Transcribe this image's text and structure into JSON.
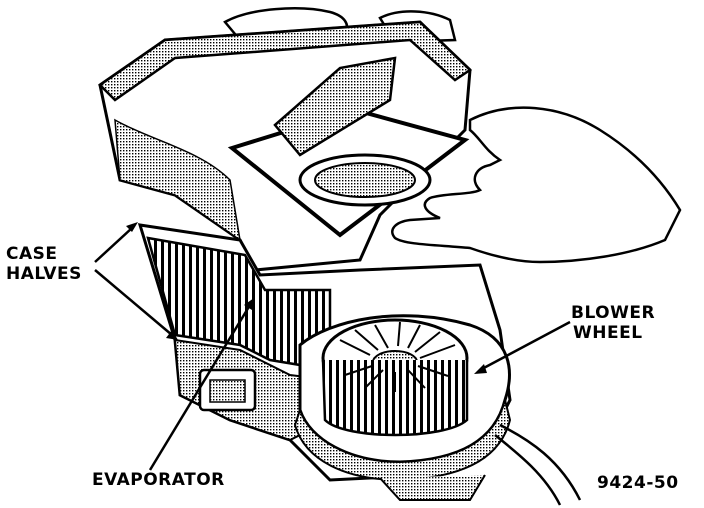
{
  "labels": {
    "case_halves_line1": "CASE",
    "case_halves_line2": "HALVES",
    "blower_line1": "BLOWER",
    "blower_line2": "WHEEL",
    "evaporator": "EVAPORATOR",
    "figure_number": "9424-50"
  },
  "colors": {
    "ink": "#000000",
    "paper": "#ffffff",
    "shade": "#8a8a8a"
  }
}
